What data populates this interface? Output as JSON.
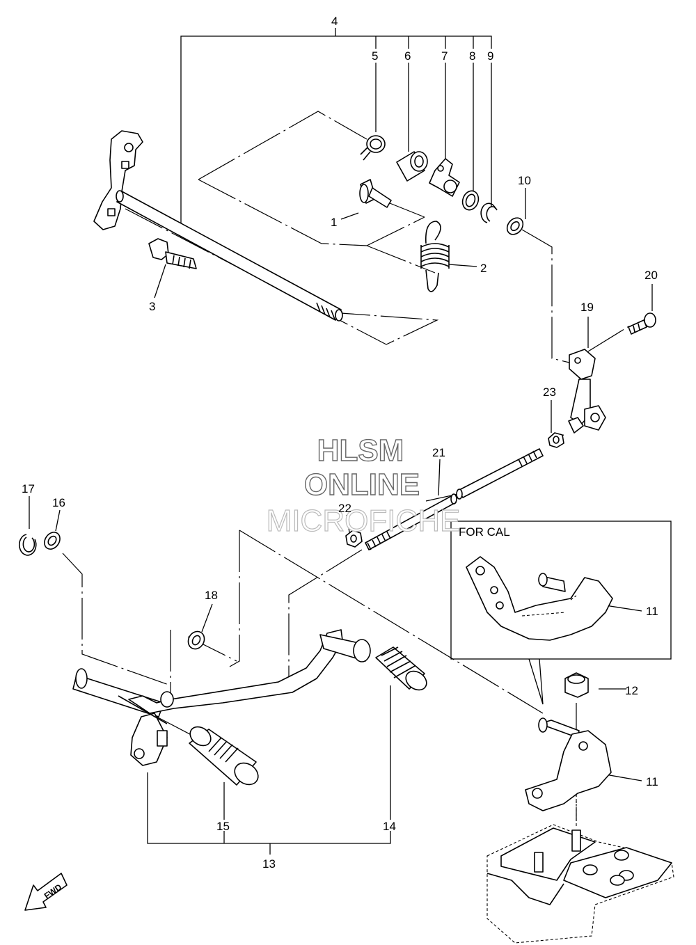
{
  "callouts": {
    "c1": "1",
    "c2": "2",
    "c3": "3",
    "c4": "4",
    "c5": "5",
    "c6": "6",
    "c7": "7",
    "c8": "8",
    "c9": "9",
    "c10": "10",
    "c11a": "11",
    "c11b": "11",
    "c12": "12",
    "c13": "13",
    "c14": "14",
    "c15": "15",
    "c16": "16",
    "c17": "17",
    "c18": "18",
    "c19": "19",
    "c20": "20",
    "c21": "21",
    "c22": "22",
    "c23": "23"
  },
  "inset": {
    "label": "FOR CAL"
  },
  "watermark": {
    "line1": "HLSM",
    "line2": "ONLINE",
    "line3": "MICROFICHE"
  },
  "direction_badge": {
    "label": "FWD"
  }
}
